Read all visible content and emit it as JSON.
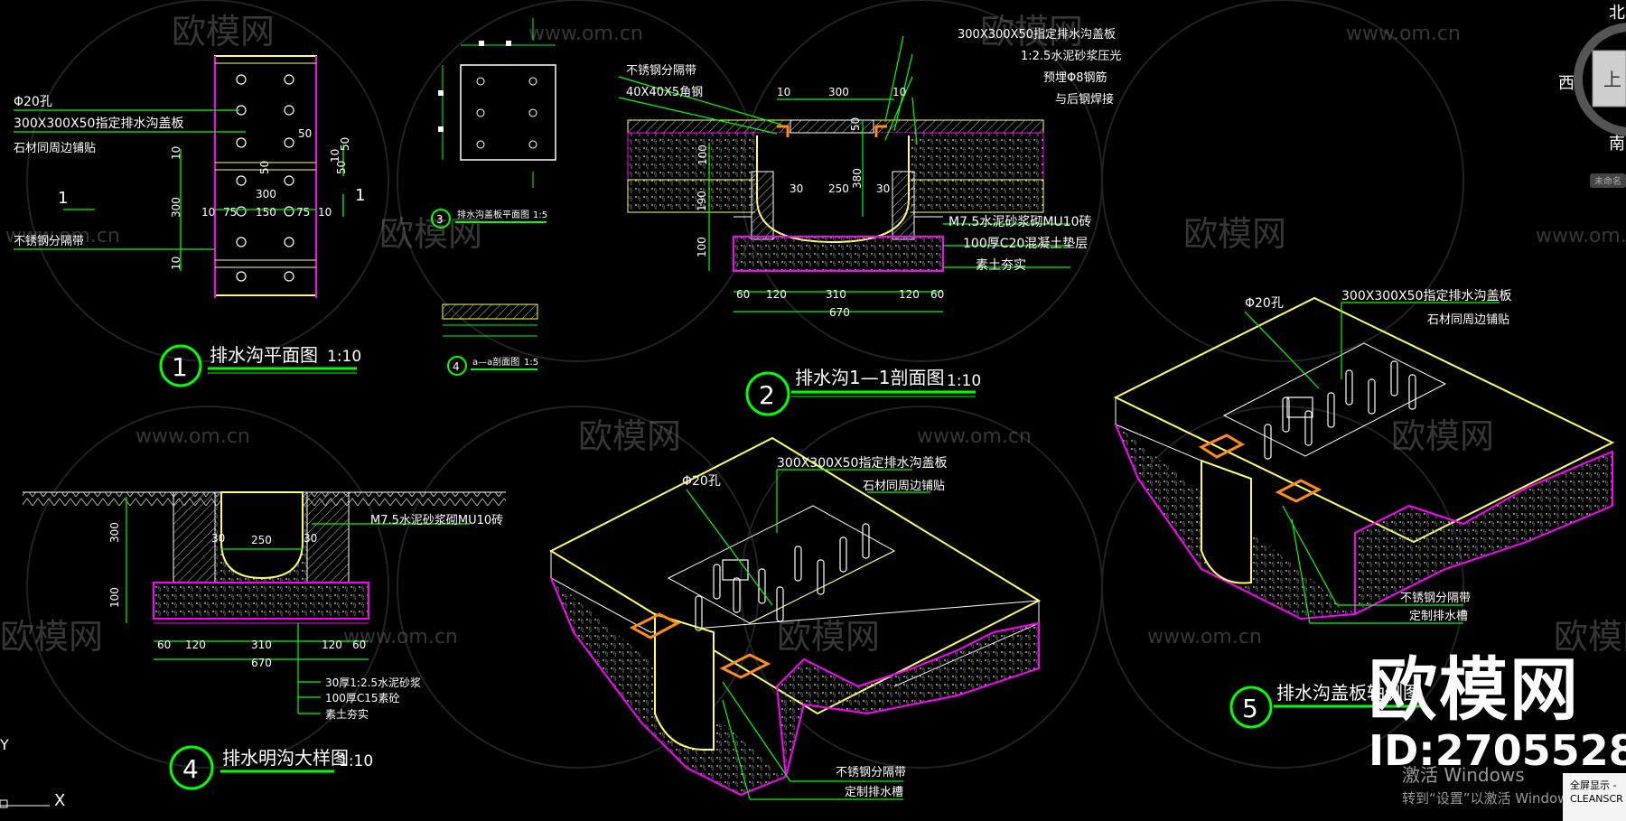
{
  "watermarks": {
    "site": "www.om.cn",
    "logo": "欧模网"
  },
  "brand": {
    "name": "欧模网",
    "id": "ID:2705528"
  },
  "activation": {
    "line1": "激活 Windows",
    "line2": "转到“设置”以激活 Windows。"
  },
  "tooltip": {
    "line1": "全屏显示 -",
    "line2": "CLEANSCR"
  },
  "navcube": {
    "north": "北",
    "south": "南",
    "west": "西",
    "top": "上",
    "wcs": "未命名"
  },
  "ucs": {
    "y": "Y",
    "x": "X"
  },
  "views": {
    "v1": {
      "number": "1",
      "title": "排水沟平面图",
      "scale": "1:10",
      "hole": "Φ20孔",
      "cover": "300X300X50指定排水沟盖板",
      "paving": "石材同周边铺贴",
      "strip": "不锈钢分隔带",
      "section_mark": "1",
      "dims": {
        "d10a": "10",
        "d300v": "300",
        "d10b": "10",
        "d300h": "300",
        "d10l": "10",
        "d75a": "75",
        "d150": "150",
        "d75b": "75",
        "d10r": "10",
        "d50a": "50",
        "d50b": "50",
        "d50c": "50",
        "d10c": "10",
        "d50d": "50"
      }
    },
    "v3": {
      "number": "3",
      "title": "排水沟盖板平面图",
      "scale": "1:5"
    },
    "v4a": {
      "number": "4",
      "title": "a—a剖面图",
      "scale": "1:5"
    },
    "v2": {
      "number": "2",
      "title": "排水沟1—1剖面图",
      "scale": "1:10",
      "cover": "300X300X50指定排水沟盖板",
      "mortar": "1:2.5水泥砂浆压光",
      "rebar": "预埋Φ8钢筋",
      "weld": "与后钢焊接",
      "strip": "不锈钢分隔带",
      "angle": "40X40X5角钢",
      "brick": "M7.5水泥砂浆砌MU10砖",
      "concrete": "100厚C20混凝土垫层",
      "soil": "素土夯实",
      "dims": {
        "d10a": "10",
        "d300": "300",
        "d10b": "10",
        "d50": "50",
        "d100a": "100",
        "d30a": "30",
        "d250": "250",
        "d30b": "30",
        "d380": "380",
        "d190": "190",
        "d100b": "100",
        "d60a": "60",
        "d120a": "120",
        "d310": "310",
        "d120b": "120",
        "d60b": "60",
        "d670": "670"
      }
    },
    "v4": {
      "number": "4",
      "title": "排水明沟大样图",
      "scale": "1:10",
      "brick": "M7.5水泥砂浆砌MU10砖",
      "mortar": "30厚1:2.5水泥砂浆",
      "concrete": "100厚C15素砼",
      "soil": "素土夯实",
      "dims": {
        "d300": "300",
        "d100": "100",
        "d30a": "30",
        "d250": "250",
        "d30b": "30",
        "d60a": "60",
        "d120a": "120",
        "d310": "310",
        "d120b": "120",
        "d60b": "60",
        "d670": "670"
      }
    },
    "iso_mid": {
      "hole": "Φ20孔",
      "cover": "300X300X50指定排水沟盖板",
      "paving": "石材同周边铺贴",
      "strip": "不锈钢分隔带",
      "channel": "定制排水槽"
    },
    "v5": {
      "number": "5",
      "title": "排水沟盖板轴侧图",
      "hole": "Φ20孔",
      "cover": "300X300X50指定排水沟盖板",
      "paving": "石材同周边铺贴",
      "strip": "不锈钢分隔带",
      "channel": "定制排水槽"
    }
  },
  "colors": {
    "background": "#000000",
    "cad_green": "#00ff00",
    "cad_yellow": "#ffff66",
    "cad_magenta": "#ff00ff",
    "cad_white": "#ffffff",
    "cad_orange": "#ff8c1a"
  }
}
